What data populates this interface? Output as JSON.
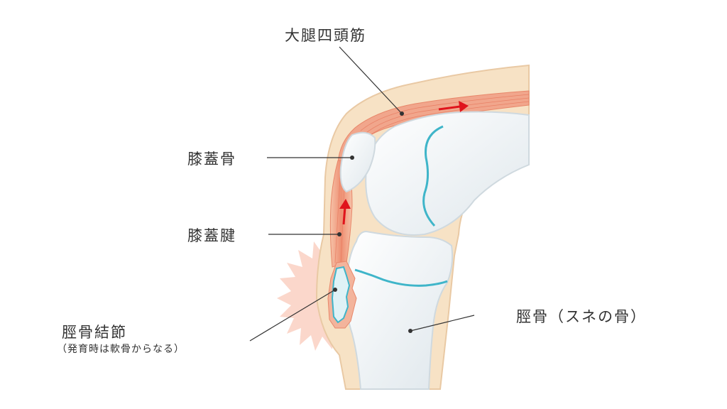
{
  "labels": {
    "quadriceps": "大腿四頭筋",
    "patella": "膝蓋骨",
    "patellar_tendon": "膝蓋腱",
    "tibial_tuberosity": "脛骨結節",
    "tibial_tuberosity_note": "（発育時は軟骨からなる）",
    "tibia": "脛骨（スネの骨）"
  },
  "colors": {
    "skin": "#f7e2c5",
    "muscle": "#f0a98f",
    "arrow": "#e0141c",
    "bone": "#f2f6f8",
    "cartilage": "#3fb5c9",
    "pain": "#fbd3c5"
  }
}
